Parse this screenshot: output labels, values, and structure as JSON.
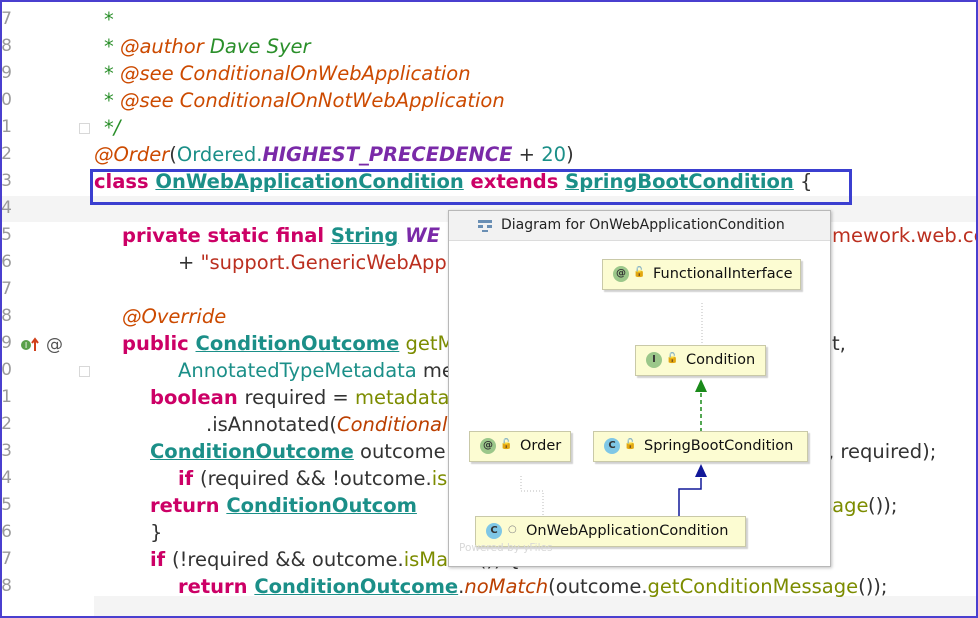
{
  "editor": {
    "lines": [
      {
        "n": "7",
        "parts": [
          {
            "t": "*",
            "c": "cm"
          }
        ]
      },
      {
        "n": "8",
        "parts": [
          {
            "t": "* ",
            "c": "cm"
          },
          {
            "t": "@author",
            "c": "ct"
          },
          {
            "t": " Dave Syer",
            "c": "cm"
          }
        ]
      },
      {
        "n": "9",
        "parts": [
          {
            "t": "* ",
            "c": "cm"
          },
          {
            "t": "@see",
            "c": "ct"
          },
          {
            "t": " ConditionalOnWebApplication",
            "c": "ct"
          }
        ]
      },
      {
        "n": "0",
        "parts": [
          {
            "t": "* ",
            "c": "cm"
          },
          {
            "t": "@see",
            "c": "ct"
          },
          {
            "t": " ConditionalOnNotWebApplication",
            "c": "ct"
          }
        ]
      },
      {
        "n": "1",
        "parts": [
          {
            "t": "*/",
            "c": "cm"
          }
        ]
      },
      {
        "n": "2",
        "parts": [
          {
            "t": "@Order",
            "c": "an"
          },
          {
            "t": "(",
            "c": "pl"
          },
          {
            "t": "Ordered.",
            "c": "tn"
          },
          {
            "t": "HIGHEST_PRECEDENCE",
            "c": "cn"
          },
          {
            "t": " + ",
            "c": "pl"
          },
          {
            "t": "20",
            "c": "tn"
          },
          {
            "t": ")",
            "c": "pl"
          }
        ]
      },
      {
        "n": "3",
        "parts": [
          {
            "t": "class ",
            "c": "k"
          },
          {
            "t": "OnWebApplicationCondition",
            "c": "ty"
          },
          {
            "t": " extends ",
            "c": "k"
          },
          {
            "t": "SpringBootCondition",
            "c": "ty"
          },
          {
            "t": " {",
            "c": "pl"
          }
        ]
      },
      {
        "n": "4",
        "parts": []
      },
      {
        "n": "5",
        "parts": [
          {
            "t": "private static final ",
            "c": "k"
          },
          {
            "t": "String",
            "c": "ty"
          },
          {
            "t": " WE",
            "c": "cn"
          }
        ]
      },
      {
        "n": "6",
        "parts": [
          {
            "t": "+ ",
            "c": "pl"
          },
          {
            "t": "\"support.GenericWebAppl",
            "c": "st"
          }
        ]
      },
      {
        "n": "7",
        "parts": []
      },
      {
        "n": "8",
        "parts": [
          {
            "t": "@Override",
            "c": "an"
          }
        ]
      },
      {
        "n": "9",
        "parts": [
          {
            "t": "public ",
            "c": "k"
          },
          {
            "t": "ConditionOutcome",
            "c": "ty"
          },
          {
            "t": " getM",
            "c": "gr"
          }
        ]
      },
      {
        "n": "0",
        "parts": [
          {
            "t": "AnnotatedTypeMetadata",
            "c": "tn"
          },
          {
            "t": " me",
            "c": "pl"
          }
        ]
      },
      {
        "n": "1",
        "parts": [
          {
            "t": "boolean ",
            "c": "k"
          },
          {
            "t": "required = ",
            "c": "pl"
          },
          {
            "t": "metadata",
            "c": "gr"
          }
        ]
      },
      {
        "n": "2",
        "parts": [
          {
            "t": ".isAnnotated(",
            "c": "pl"
          },
          {
            "t": "Conditional",
            "c": "it"
          }
        ]
      },
      {
        "n": "3",
        "parts": [
          {
            "t": "ConditionOutcome",
            "c": "ty"
          },
          {
            "t": " outcome",
            "c": "pl"
          }
        ]
      },
      {
        "n": "4",
        "parts": [
          {
            "t": "if ",
            "c": "k"
          },
          {
            "t": "(required && !outcome.",
            "c": "pl"
          },
          {
            "t": "isMat",
            "c": "gr"
          }
        ]
      },
      {
        "n": "5",
        "parts": [
          {
            "t": "return ",
            "c": "k"
          },
          {
            "t": "ConditionOutcom",
            "c": "ty"
          }
        ]
      },
      {
        "n": "6",
        "parts": [
          {
            "t": "}",
            "c": "pl"
          }
        ]
      },
      {
        "n": "7",
        "parts": [
          {
            "t": "if ",
            "c": "k"
          },
          {
            "t": "(!required && outcome.",
            "c": "pl"
          },
          {
            "t": "isMat",
            "c": "gr"
          },
          {
            "t": "ch()) {",
            "c": "pl"
          }
        ]
      },
      {
        "n": "8",
        "parts": [
          {
            "t": "return ",
            "c": "k"
          },
          {
            "t": "ConditionOutcome",
            "c": "ty"
          },
          {
            "t": ".",
            "c": "pl"
          },
          {
            "t": "noMatch",
            "c": "it"
          },
          {
            "t": "(outcome.",
            "c": "pl"
          },
          {
            "t": "getConditionMessage",
            "c": "gr"
          },
          {
            "t": "());",
            "c": "pl"
          }
        ]
      }
    ],
    "right_fragments": [
      {
        "t": "mework.web.co",
        "c": "st",
        "row": 8
      },
      {
        "t": "t,",
        "c": "pl",
        "row": 12
      },
      {
        "t": ", required);",
        "c": "pl",
        "row": 16
      },
      {
        "t": "sage",
        "c": "gr",
        "row": 18
      },
      {
        "t": "());",
        "c": "pl",
        "row": 18
      }
    ],
    "gutter_icons": {
      "implements": "implements-icon",
      "override": "@"
    }
  },
  "diagram": {
    "title": "Diagram for OnWebApplicationCondition",
    "nodes": [
      {
        "id": "functional",
        "label": "FunctionalInterface",
        "kind": "@"
      },
      {
        "id": "condition",
        "label": "Condition",
        "kind": "I"
      },
      {
        "id": "order",
        "label": "Order",
        "kind": "@"
      },
      {
        "id": "springboot",
        "label": "SpringBootCondition",
        "kind": "C"
      },
      {
        "id": "onweb",
        "label": "OnWebApplicationCondition",
        "kind": "C"
      }
    ],
    "powered_by": "Powered by yFiles"
  }
}
